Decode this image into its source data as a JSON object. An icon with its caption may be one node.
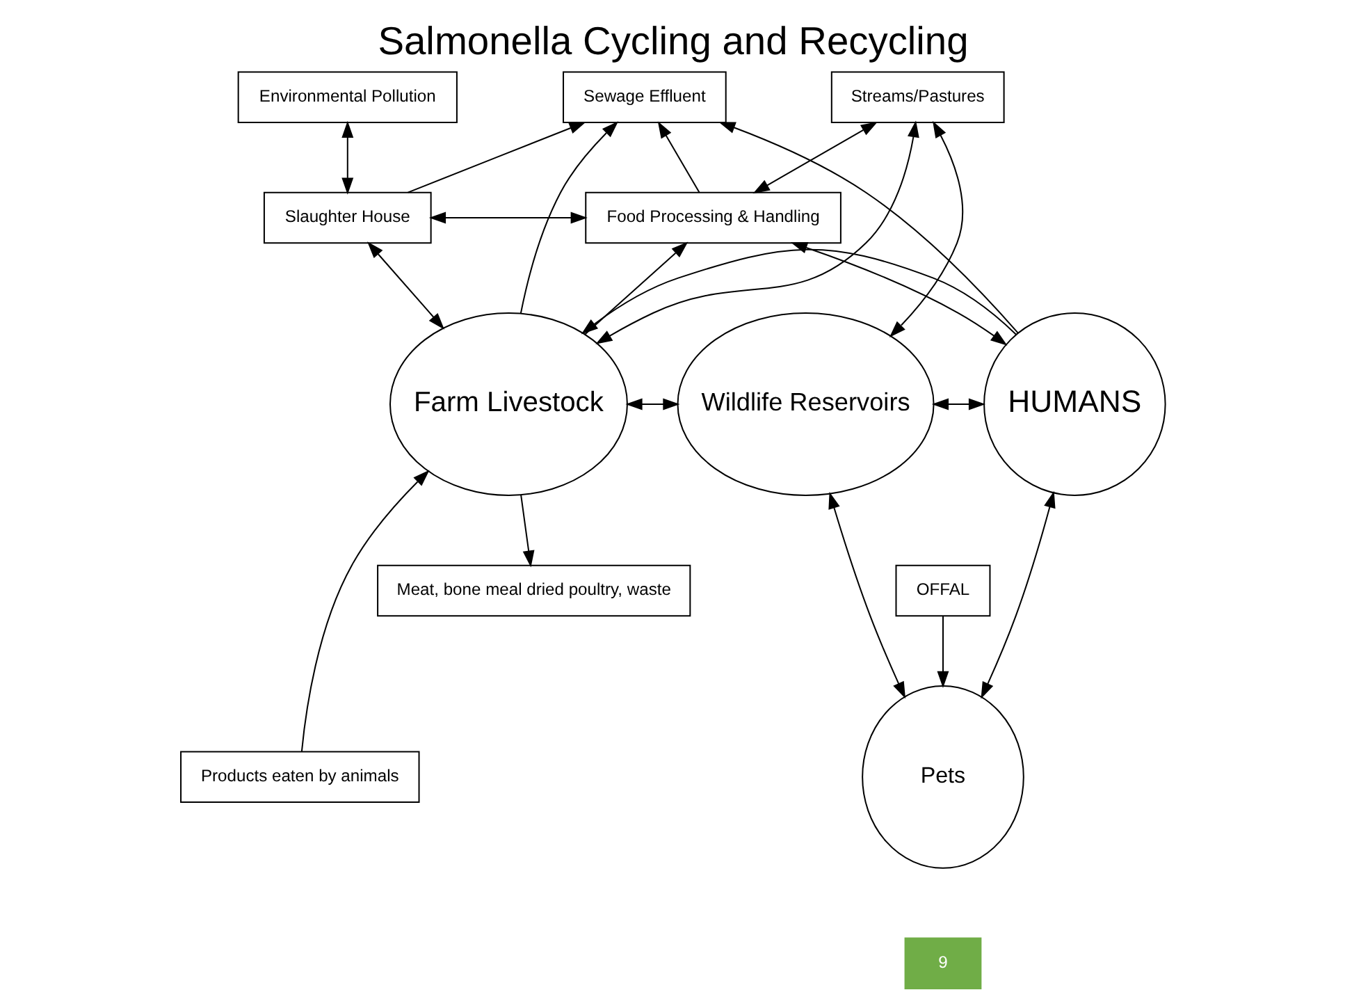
{
  "diagram": {
    "title": "Salmonella Cycling and Recycling",
    "nodes": [
      {
        "text": [
          "Sewage Effluent"
        ]
      },
      {
        "text": [
          "Environmental Pollution"
        ]
      },
      {
        "text": [
          "Streams/Pastures"
        ]
      },
      {
        "text": [
          "Slaughter House"
        ]
      },
      {
        "text": [
          "Food Processing & Handling"
        ]
      },
      {
        "text": [
          "Farm Livestock"
        ]
      },
      {
        "text": [
          "Wildlife Reservoirs"
        ]
      },
      {
        "text": [
          "HUMANS"
        ]
      },
      {
        "text": [
          "Products eaten by animals"
        ]
      },
      {
        "text": [
          "Meat, bone meal dried poultry, waste"
        ]
      },
      {
        "text": [
          "OFFAL"
        ]
      },
      {
        "text": [
          "Pets"
        ]
      }
    ],
    "edges": [
      {
        "from": 5,
        "to": 0,
        "arrow": "to"
      },
      {
        "from": 7,
        "to": 0,
        "arrow": "to"
      },
      {
        "from": 4,
        "to": 0,
        "arrow": "to"
      },
      {
        "from": 3,
        "to": 0,
        "arrow": "to"
      },
      {
        "from": 1,
        "to": 3,
        "arrow": "both"
      },
      {
        "from": 3,
        "to": 4,
        "arrow": "both"
      },
      {
        "from": 2,
        "to": 4,
        "arrow": "both"
      },
      {
        "from": 5,
        "to": 3,
        "arrow": "both"
      },
      {
        "from": 5,
        "to": 4,
        "arrow": "to"
      },
      {
        "from": 2,
        "to": 6,
        "arrow": "both"
      },
      {
        "from": 2,
        "to": 5,
        "arrow": "both"
      },
      {
        "from": 5,
        "to": 6,
        "arrow": "both"
      },
      {
        "from": 6,
        "to": 7,
        "arrow": "both"
      },
      {
        "from": 4,
        "to": 7,
        "arrow": "both"
      },
      {
        "from": 7,
        "to": 5,
        "arrow": "to"
      },
      {
        "from": 6,
        "to": 11,
        "arrow": "both"
      },
      {
        "from": 11,
        "to": 7,
        "arrow": "both"
      },
      {
        "from": 5,
        "to": 9,
        "arrow": "to"
      },
      {
        "from": 8,
        "to": 5,
        "arrow": "to"
      },
      {
        "from": 10,
        "to": 11,
        "arrow": "to"
      }
    ],
    "labels": [
      "9"
    ]
  }
}
